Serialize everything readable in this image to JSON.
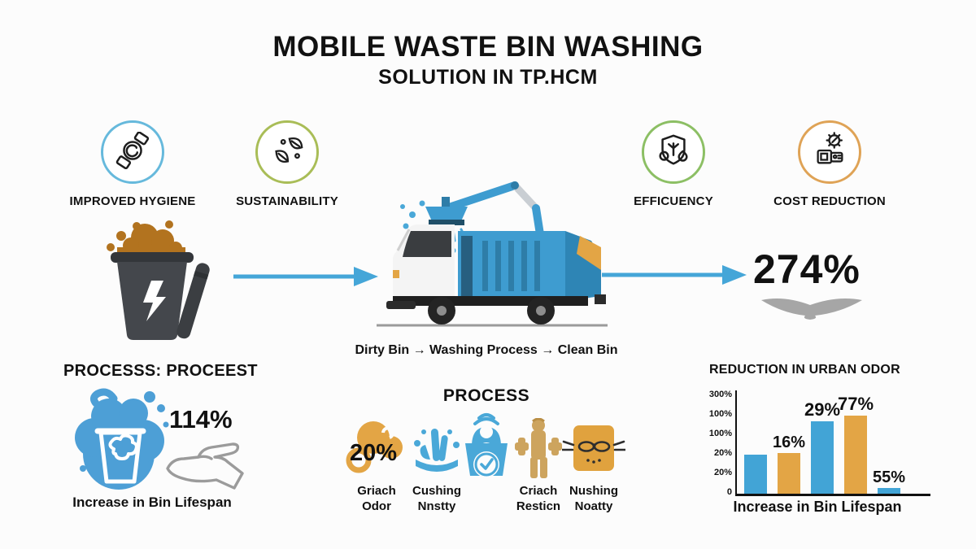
{
  "colors": {
    "accent_blue": "#45a6d8",
    "bar_blue": "#42a4d6",
    "bar_orange": "#e3a545",
    "ring_hygiene": "#66b9dc",
    "ring_sustainability": "#a9bd57",
    "ring_efficiency": "#8cbf64",
    "ring_cost": "#dfa356",
    "bin_dark": "#3f4246",
    "trash_brown": "#b2731f",
    "hand_gray": "#9b9b9b",
    "text": "#111111"
  },
  "title": {
    "line1": "MOBILE WASTE BIN WASHING",
    "line2": "SOLUTION IN TP.HCM"
  },
  "features": [
    {
      "label": "IMPROVED HYGIENE",
      "icon": "watch-icon"
    },
    {
      "label": "SUSTAINABILITY",
      "icon": "leaves-icon"
    },
    {
      "label": "EFFICUENCY",
      "icon": "shield-leaf-icon"
    },
    {
      "label": "COST REDUCTION",
      "icon": "gear-invoice-icon"
    }
  ],
  "flow": {
    "result_value": "274%",
    "caption": "Dirty Bin → Washing Process → Clean Bin"
  },
  "lifespan": {
    "heading": "PROCESSS: PROCEEST",
    "value": "114%",
    "caption": "Increase in Bin Lifespan"
  },
  "process": {
    "heading": "PROCESS",
    "badge_value": "20%",
    "steps": [
      {
        "line1": "Griach",
        "line2": "Odor"
      },
      {
        "line1": "Cushing",
        "line2": "Nnstty"
      },
      {
        "line1": "",
        "line2": ""
      },
      {
        "line1": "Criach",
        "line2": "Resticn"
      },
      {
        "line1": "Nushing",
        "line2": "Noatty"
      }
    ]
  },
  "chart_data": {
    "type": "bar",
    "title": "REDUCTION IN URBAN ODOR",
    "xlabel": "Increase in Bin Lifespan",
    "y_tick_labels": [
      "300%",
      "100%",
      "100%",
      "20%",
      "20%",
      "0"
    ],
    "grid": false,
    "legend": null,
    "bars": [
      {
        "color": "blue",
        "label": "",
        "height_frac": 0.39
      },
      {
        "color": "orange",
        "label": "16%",
        "height_frac": 0.41
      },
      {
        "color": "blue",
        "label": "29%",
        "height_frac": 0.72
      },
      {
        "color": "orange",
        "label": "77%",
        "height_frac": 0.78
      },
      {
        "color": "blue",
        "label": "55%",
        "height_frac": 0.06
      }
    ]
  }
}
